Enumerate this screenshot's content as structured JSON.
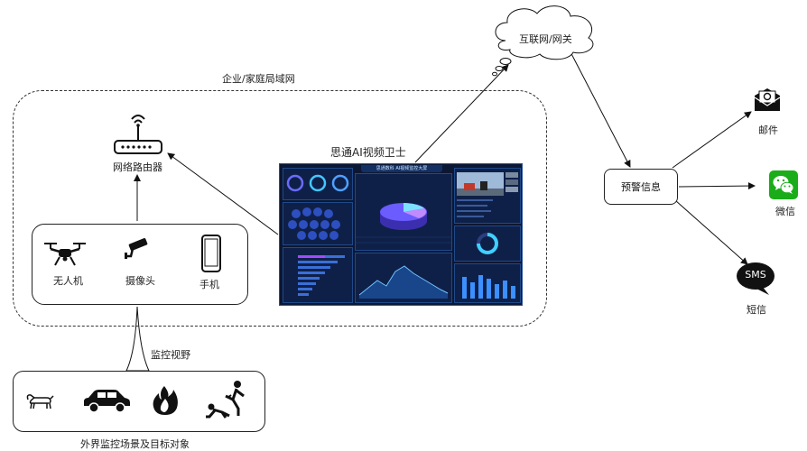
{
  "labels": {
    "lan": "企业/家庭局域网",
    "router": "网络路由器",
    "dashboard": "思通AI视频卫士",
    "internet": "互联网/网关",
    "alert": "预警信息",
    "email": "邮件",
    "wechat": "微信",
    "sms_channel": "短信",
    "sms_bubble": "SMS",
    "drone": "无人机",
    "camera": "摄像头",
    "phone": "手机",
    "view": "监控视野",
    "scene": "外界监控场景及目标对象"
  },
  "dashboard": {
    "title": "思通数科 AI视频监控大屏"
  },
  "colors": {
    "dash_bg": "#0c1733",
    "dash_accent": "#3fa0ff",
    "wechat_green": "#1aad19"
  }
}
